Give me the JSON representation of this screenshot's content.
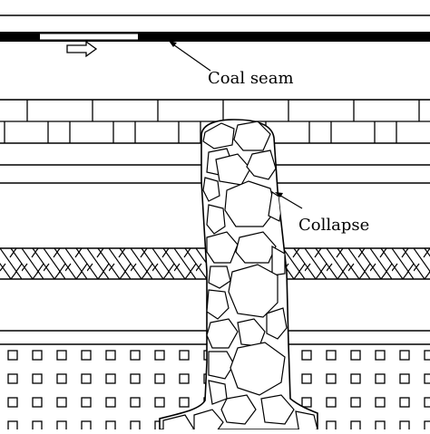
{
  "figure": {
    "labels": {
      "coal_seam": "Coal seam",
      "collapse": "Collapse"
    },
    "strata": [
      {
        "id": "top-bed",
        "pattern": "plain"
      },
      {
        "id": "coal-seam",
        "pattern": "solid-black-with-gap"
      },
      {
        "id": "brick-bed",
        "pattern": "brick"
      },
      {
        "id": "plain-bed",
        "pattern": "plain"
      },
      {
        "id": "herringbone-bed",
        "pattern": "herringbone"
      },
      {
        "id": "lower-plain-bed",
        "pattern": "plain"
      },
      {
        "id": "square-bed",
        "pattern": "squares"
      }
    ],
    "colors": {
      "line": "#000000",
      "background": "#ffffff"
    },
    "icons": {
      "advance_direction": "arrow-right-icon"
    }
  }
}
